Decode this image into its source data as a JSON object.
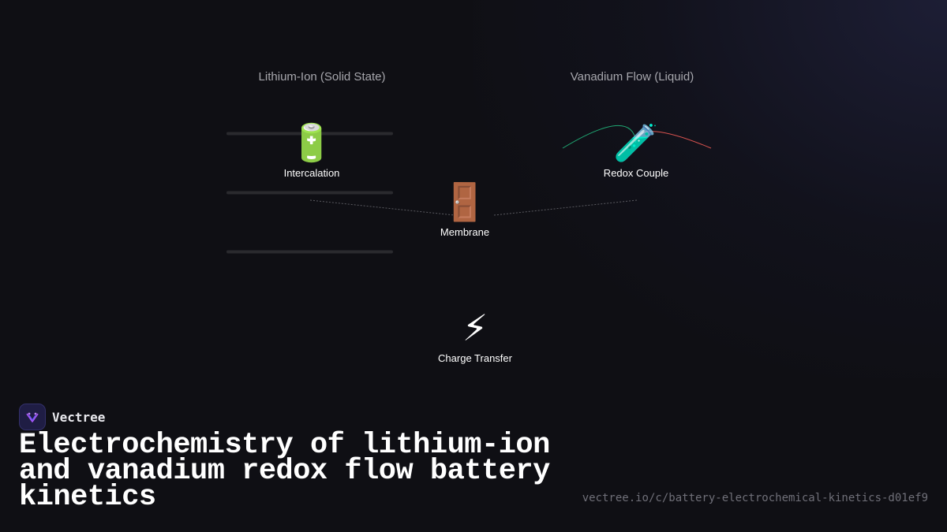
{
  "diagram": {
    "sections": {
      "left_title": "Lithium-Ion (Solid State)",
      "right_title": "Vanadium Flow (Liquid)"
    },
    "nodes": {
      "intercalation": {
        "label": "Intercalation",
        "icon": "battery-icon"
      },
      "redox_couple": {
        "label": "Redox Couple",
        "icon": "test-tube-icon"
      },
      "membrane": {
        "label": "Membrane",
        "icon": "door-icon"
      },
      "charge_transfer": {
        "label": "Charge Transfer",
        "icon": "lightning-icon"
      }
    },
    "colors": {
      "electrode_layer": "#2a2a2e",
      "green_curve": "#1fa672",
      "red_curve": "#d9534f",
      "connector": "#5a5a60"
    }
  },
  "footer": {
    "brand": "Vectree",
    "logo_icon": "vectree-logo-icon",
    "title": "Electrochemistry of lithium-ion and vanadium redox flow battery kinetics",
    "url": "vectree.io/c/battery-electrochemical-kinetics-d01ef9"
  }
}
